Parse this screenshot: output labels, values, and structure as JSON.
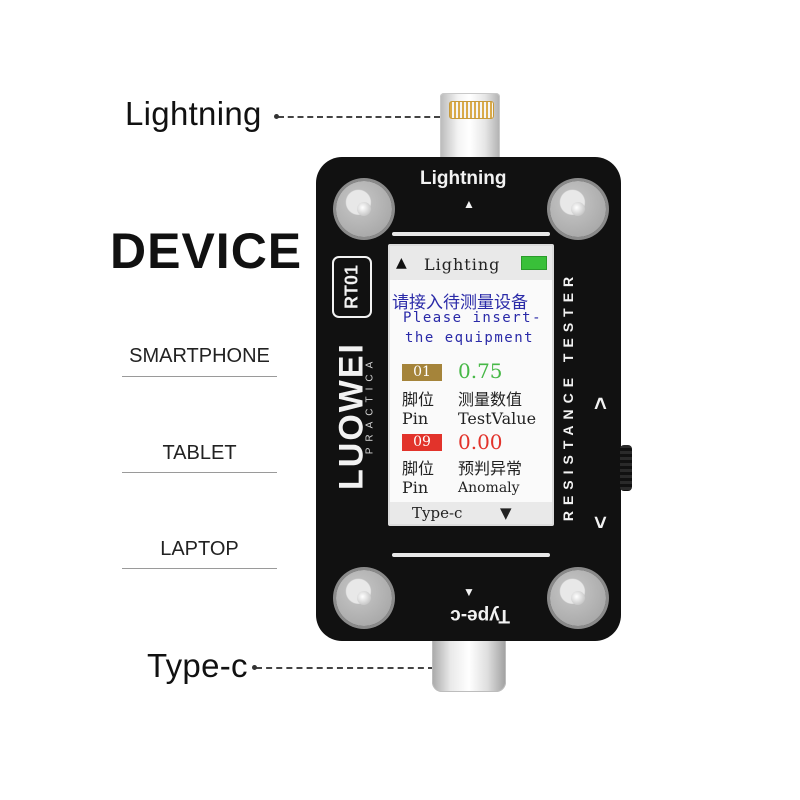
{
  "callouts": {
    "lightning": "Lightning",
    "typec": "Type-c"
  },
  "left_panel": {
    "title": "DEVICE",
    "items": [
      "SMARTPHONE",
      "TABLET",
      "LAPTOP"
    ]
  },
  "board": {
    "top_label": "Lightning",
    "bottom_label": "Type-c",
    "model": "RT01",
    "brand": "LUOWEI",
    "brand_sub": "PRACTICA",
    "side_text": "RESISTANCE TESTER"
  },
  "screen": {
    "header": "Lighting",
    "prompt_cn": "请接入待测量设备",
    "prompt_en_1": "Please insert-",
    "prompt_en_2": "the equipment",
    "row1": {
      "pin": "01",
      "pin_color": "#a5843a",
      "value": "0.75",
      "value_color": "#47b847",
      "label_cn_1": "脚位",
      "label_cn_2": "测量数值",
      "label_en_1": "Pin",
      "label_en_2": "TestValue"
    },
    "row2": {
      "pin": "09",
      "pin_color": "#e2332b",
      "value": "0.00",
      "value_color": "#e2332b",
      "label_cn_1": "脚位",
      "label_cn_2": "预判异常",
      "label_en_1": "Pin",
      "label_en_2": "Anomaly"
    },
    "footer": "Type-c",
    "battery_color": "#39c039"
  },
  "icons": {
    "up_triangle": "▲",
    "down_triangle": "▼",
    "chevron_up": "^",
    "chevron_down": "v"
  }
}
